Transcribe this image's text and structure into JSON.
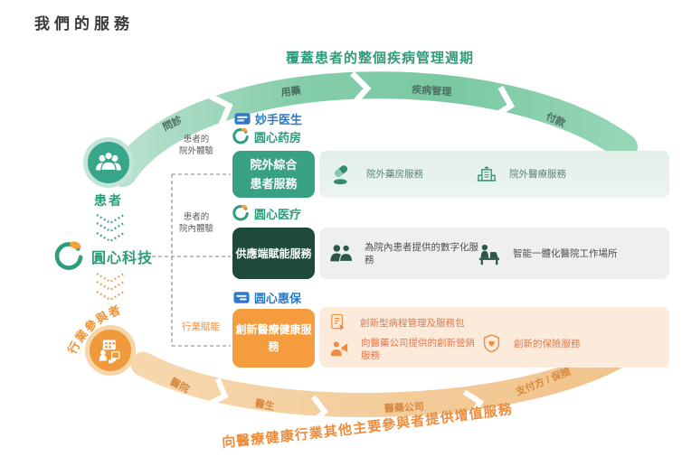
{
  "page_title": "我們的服務",
  "colors": {
    "teal": "#2F9C7C",
    "dark_green": "#1D4A3B",
    "orange": "#F59D3E",
    "brand_blue": "#2B7AC5",
    "top_arc": "#8FD2B2",
    "bottom_arc": "#F4CFA0"
  },
  "top_flow": {
    "heading": "覆蓋患者的整個疾病管理週期",
    "segments": [
      "問診",
      "用藥",
      "疾病管理",
      "付款"
    ]
  },
  "bottom_flow": {
    "heading": "向醫療健康行業其他主要參與者提供增值服務",
    "segments": [
      "醫院",
      "醫生",
      "醫藥公司",
      "支付方 / 保險"
    ]
  },
  "entities": {
    "patient": "患者",
    "company": "圓心科技",
    "industry": "行業參與者"
  },
  "edge_labels": {
    "outside": {
      "line1": "患者的",
      "line2": "院外體驗"
    },
    "inside": {
      "line1": "患者的",
      "line2": "院內體驗"
    },
    "industry": "行業賦能"
  },
  "brands": {
    "miaoshou": "妙手医生",
    "pharmacy": "圆心药房",
    "medical": "圆心医疗",
    "insurance": "圆心惠保"
  },
  "services": [
    {
      "box": "院外綜合患者服務",
      "items": [
        {
          "icon": "capsule-icon",
          "label": "院外藥房服務"
        },
        {
          "icon": "hospital-icon",
          "label": "院外醫療服務"
        }
      ]
    },
    {
      "box": "供應端賦能服務",
      "items": [
        {
          "icon": "doctors-icon",
          "label": "為院內患者提供的數字化服務"
        },
        {
          "icon": "workstation-icon",
          "label": "智能一體化醫院工作場所"
        }
      ]
    },
    {
      "box": "創新醫療健康服務",
      "items": [
        {
          "icon": "document-hand-icon",
          "label": "創新型病程管理及服務包"
        },
        {
          "icon": "marketing-person-icon",
          "label": "向醫藥公司提供的創新營銷服務"
        },
        {
          "icon": "shield-heart-icon",
          "label": "創新的保險服務"
        }
      ]
    }
  ]
}
